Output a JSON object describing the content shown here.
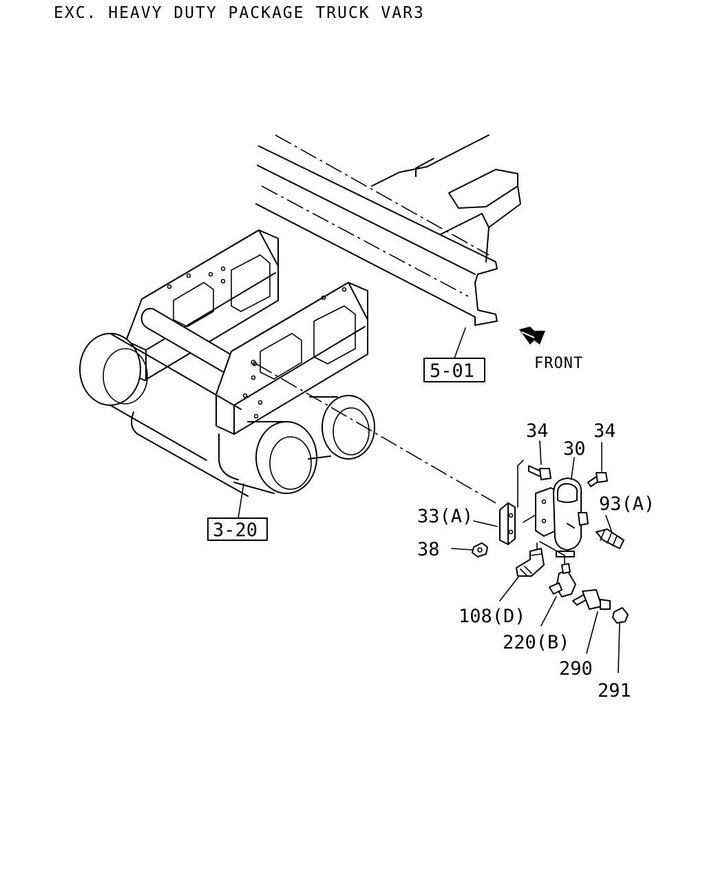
{
  "title": "EXC. HEAVY DUTY PACKAGE TRUCK VAR3",
  "front_label": "FRONT",
  "reference_boxes": {
    "frame": "5-01",
    "brake_chamber": "3-20"
  },
  "callouts": {
    "c34_left": "34",
    "c34_right": "34",
    "c30": "30",
    "c93": "93(A)",
    "c33": "33(A)",
    "c38": "38",
    "c108": "108(D)",
    "c220": "220(B)",
    "c290": "290",
    "c291": "291"
  },
  "icons": {
    "front_arrow": "front-arrow-icon"
  }
}
